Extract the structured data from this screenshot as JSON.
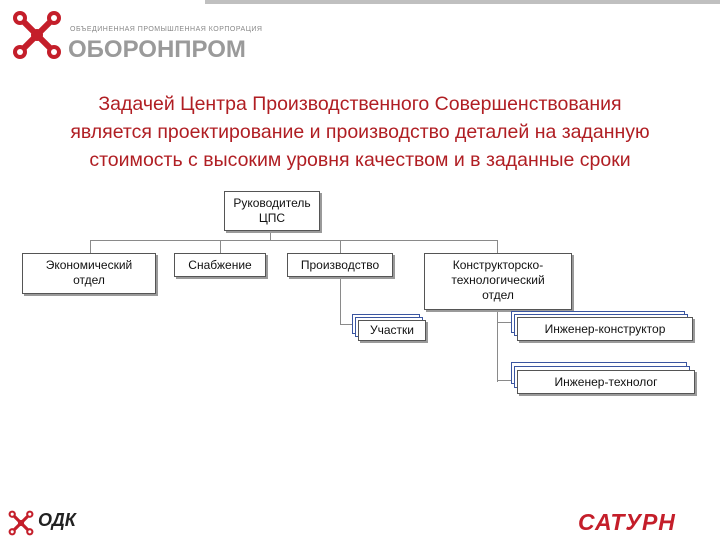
{
  "header": {
    "org_small": "ОБЪЕДИНЕННАЯ ПРОМЫШЛЕННАЯ КОРПОРАЦИЯ",
    "org_name": "ОБОРОНПРОМ"
  },
  "headline": {
    "line1": "Задачей Центра Производственного Совершенствования",
    "line2": "является проектирование и производство деталей на заданную",
    "line3": "стоимость с высоким уровня качеством и в заданные сроки"
  },
  "org_chart": {
    "root": {
      "line1": "Руководитель",
      "line2": "ЦПС"
    },
    "units": {
      "economic": {
        "line1": "Экономический",
        "line2": "отдел"
      },
      "supply": "Снабжение",
      "production": "Производство",
      "design": {
        "line1": "Конструкторско-",
        "line2": "технологический",
        "line3": "отдел"
      }
    },
    "sub_units": {
      "sections": "Участки",
      "design_engineer": "Инженер-конструктор",
      "process_engineer": "Инженер-технолог"
    }
  },
  "footer": {
    "left_logo": "ОДК",
    "right_logo": "САТУРН"
  },
  "colors": {
    "brand_red": "#c41e2a",
    "headline_red": "#b01e23",
    "connector_gray": "#8a8a8a",
    "stack_blue": "#3a55a0"
  }
}
